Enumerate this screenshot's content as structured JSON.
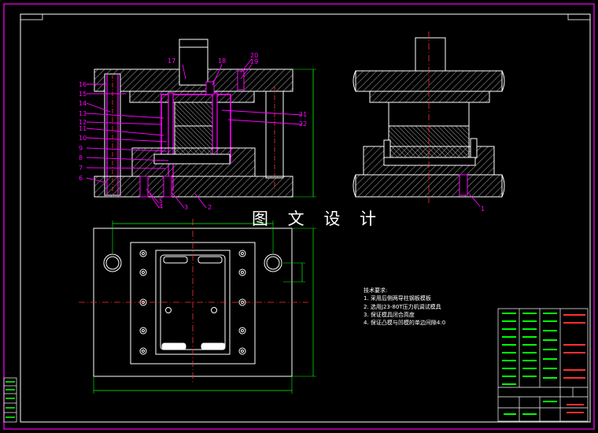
{
  "drawing": {
    "watermark": "图 文 设 计",
    "part_labels_left": [
      "16",
      "15",
      "14",
      "13",
      "12",
      "11",
      "10",
      "9",
      "8",
      "7",
      "6"
    ],
    "part_labels_top": [
      "17",
      "18",
      "20",
      "19"
    ],
    "part_labels_right": [
      "21",
      "22"
    ],
    "part_labels_bottom": [
      "5",
      "4",
      "3",
      "2"
    ],
    "side_view_label": "1",
    "technical_notes": {
      "title": "技术要求:",
      "items": [
        "1. 采用后侧两导柱钢板模板",
        "2. 选用J23-80T压力机调试模具",
        "3. 保证模具闭合高度",
        "4. 保证凸模与凹模的单边间隙4:0"
      ]
    },
    "colors": {
      "frame": "#ff00ff",
      "outline": "#ffffff",
      "hatch": "#9a9a9a",
      "dimension": "#00ff00",
      "leader": "#ff00ff",
      "center": "#ff3030",
      "title_block": "#00ff00"
    }
  }
}
